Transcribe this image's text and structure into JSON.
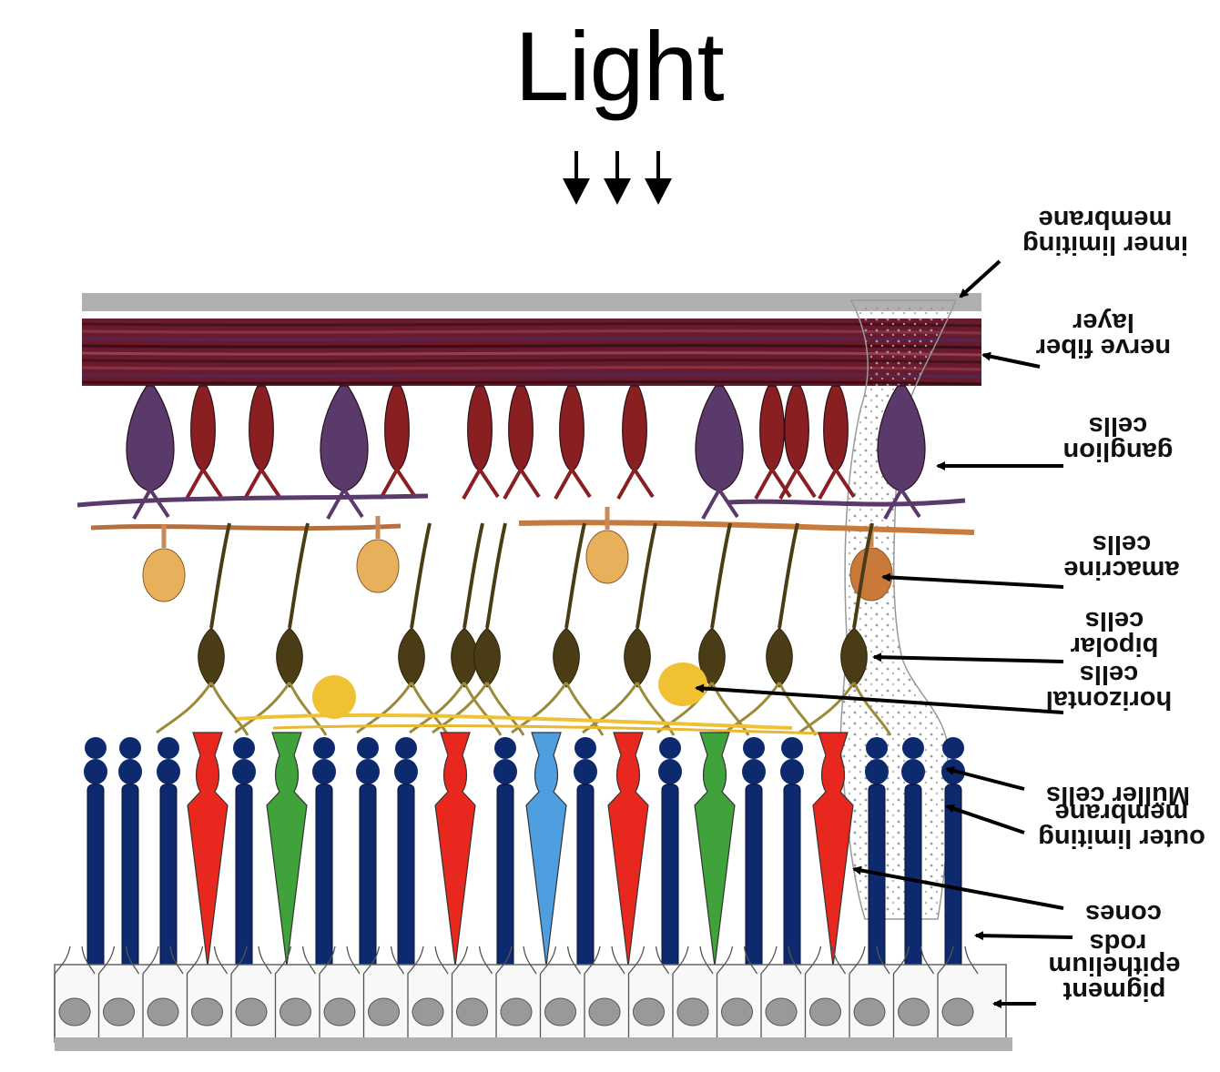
{
  "title": "Light",
  "colors": {
    "rod": "#0e2a6e",
    "red_cone": "#e8281e",
    "green_cone": "#3fa23a",
    "blue_cone": "#4f9ee0",
    "nerve_fiber": "#6a1a2c",
    "ganglion_red": "#8a1f22",
    "ganglion_purple": "#5a3a6a",
    "bipolar": "#4a3c14",
    "amacrine": "#e8b05a",
    "horizontal": "#f0c233",
    "membrane": "#b0b0b0"
  },
  "labels": {
    "inner_limiting": [
      "inner limiting",
      "membrane"
    ],
    "nerve_fiber": [
      "nerve fiber",
      "layer"
    ],
    "ganglion": [
      "ganglion",
      "cells"
    ],
    "amacrine": [
      "amacrine",
      "cells"
    ],
    "bipolar": [
      "bipolar",
      "cells"
    ],
    "horizontal": [
      "horizontal",
      "cells"
    ],
    "muller": [
      "Müller cells"
    ],
    "outer_limiting": [
      "outer limiting",
      "membrane"
    ],
    "cones": [
      "cones"
    ],
    "rods": [
      "rods"
    ],
    "pigment": [
      "pigment",
      "epithelium"
    ]
  }
}
